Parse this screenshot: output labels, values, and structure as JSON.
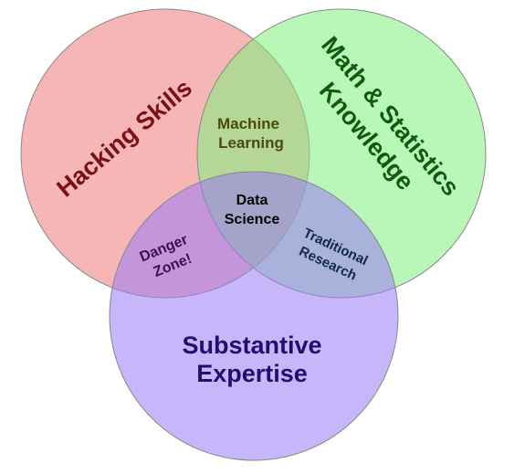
{
  "sets": {
    "hacking": {
      "title": "Hacking Skills",
      "fill": "#f07a7a",
      "text_color": "#7a0f14"
    },
    "math": {
      "title_line1": "Math & Statistics",
      "title_line2": "Knowledge",
      "fill": "#7df07d",
      "text_color": "#0f5a0f"
    },
    "substantive": {
      "title_line1": "Substantive",
      "title_line2": "Expertise",
      "fill": "#9b7af5",
      "text_color": "#1f0f6e"
    }
  },
  "intersections": {
    "machine_learning": {
      "line1": "Machine",
      "line2": "Learning",
      "text_color": "#4a4a0a"
    },
    "danger_zone": {
      "line1": "Danger",
      "line2": "Zone!",
      "text_color": "#3a0f5a"
    },
    "traditional_research": {
      "line1": "Traditional",
      "line2": "Research",
      "text_color": "#0f2a4a"
    },
    "data_science": {
      "line1": "Data",
      "line2": "Science",
      "text_color": "#000000"
    }
  }
}
